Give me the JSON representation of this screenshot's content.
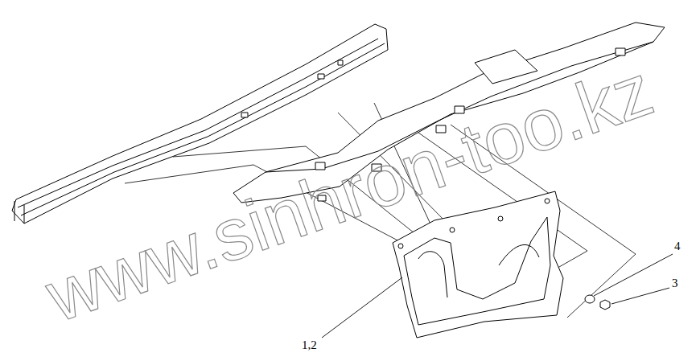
{
  "diagram": {
    "labels": [
      "4",
      "3",
      "1,2",
      "www.sinhron-too.kz"
    ]
  }
}
